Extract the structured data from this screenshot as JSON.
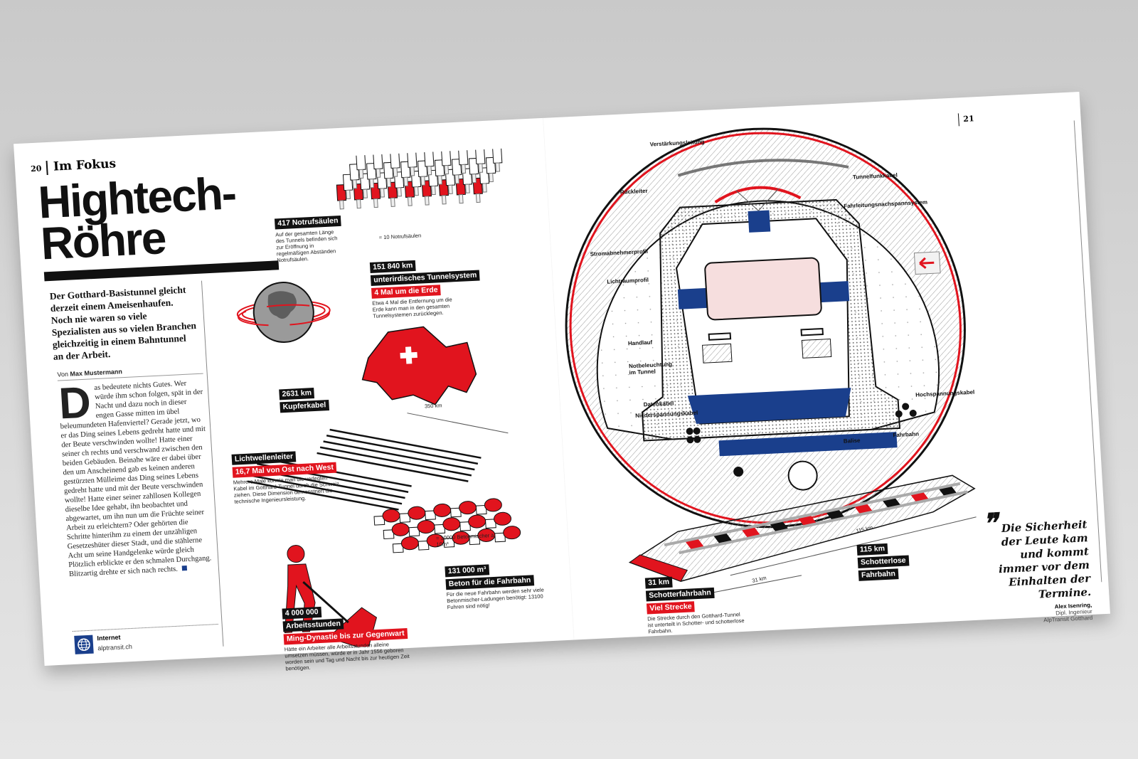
{
  "left_page": {
    "page_number": "20",
    "section": "Im Fokus",
    "title_line1": "Hightech-",
    "title_line2": "Röhre",
    "lead": "Der Gotthard-Basistunnel gleicht derzeit einem Ameisenhaufen. Noch nie waren so viele Spezialisten aus so vielen Branchen gleichzeitig in einem Bahntunnel an der Arbeit.",
    "byline_prefix": "Von",
    "byline_author": "Max Mustermann",
    "drop_cap": "D",
    "body": "as bedeutete nichts Gutes. Wer würde ihm schon folgen, spät in der Nacht und dazu noch in dieser engen Gasse mitten im übel beleumundeten Hafenviertel? Gerade jetzt, wo er das Ding seines Lebens gedreht hatte und mit der Beute verschwinden wollte! Hatte einer seiner ch rechts und verschwand zwischen den beiden Gebäuden. Beinahe wäre er dabei über den um Anscheinend gab es keinen anderen gestürzten Mülleime das Ding seines Lebens gedreht hatte und mit der Beute verschwinden wollte! Hatte einer seiner zahllosen Kollegen dieselbe Idee gehabt, ihn beobachtet und abgewartet, um ihn nun um die Früchte seiner Arbeit zu erleichtern? Oder gehörten die Schritte hinterihm zu einem der unzähligen Gesetzeshüter dieser Stadt, und die stählerne Acht um seine Handgelenke würde gleich Plötzlich erblickte er den schmalen Durchgang. Blitzartig drehte er sich nach rechts.",
    "internet_label": "Internet",
    "internet_url": "alptransit.ch"
  },
  "infographic": {
    "notruf": {
      "value": "417 Notrufsäulen",
      "text": "Auf der gesamten Länge des Tunnels befinden sich zur Eröffnung in regelmäßigen Abständen Notrufsäulen.",
      "legend": "= 10 Notrufsäulen"
    },
    "tunnelsystem": {
      "value": "151 840 km",
      "label": "unterirdisches Tunnelsystem",
      "highlight": "4 Mal um die Erde",
      "text": "Etwa 4 Mal die Entfernung um die Erde kann man in den gesamten Tunnelsystemen zurücklegen."
    },
    "kupfer": {
      "value": "2631 km",
      "label": "Kupferkabel",
      "dimension": "350 km"
    },
    "licht": {
      "label": "Lichtwellenleiter",
      "highlight": "16,7 Mal von Ost nach West",
      "text": "Mehrere Male könnte man die verlegten Kabel im Gotthard-Tunnel durch die Schweiz ziehen. Diese Dimension demonstriert die technische Ingenieursleistung."
    },
    "beton": {
      "legend": "= 10000 Betonmischer à 10m³",
      "value": "131 000 m³",
      "label": "Beton für die Fahrbahn",
      "text": "Für die neue Fahrbahn werden sehr viele Betonmischer-Ladungen benötigt: 13100 Fuhren sind nötig!"
    },
    "arbeit": {
      "value": "4 000 000",
      "label": "Arbeitsstunden",
      "highlight": "Ming-Dynastie bis zur Gegenwart",
      "text": "Hätte ein Arbeiter alle Arbeitsstunden alleine umsetzen müssen, würde er in Jahr 1556 geboren worden sein und Tag und Nacht bis zur heutigen Zeit benötigen."
    }
  },
  "right_page": {
    "page_number": "21",
    "tunnel_labels": {
      "verstaerkung": "Verstärkungsleitung",
      "rueckleiter": "Rückleiter",
      "funkkabel": "Tunnelfunkkabel",
      "nachspann": "Fahrleitungsnachspannsystem",
      "strom": "Stromabnehmerprofil",
      "lichtraum": "Lichtraumprofil",
      "handlauf": "Handlauf",
      "notbeleuchtung": "Notbeleuchtung im Tunnel",
      "datenkabel": "Datenkabel",
      "niederspannung": "Niederspannungskabel",
      "hochspannung": "Hochspannungskabel",
      "balise": "Balise",
      "fahrbahn": "Fahrbahn"
    },
    "track": {
      "dim_115": "115 km",
      "dim_31": "31 km",
      "schotter_value": "31 km",
      "schotter_label": "Schotterfahrbahn",
      "schotter_highlight": "Viel Strecke",
      "schotter_text": "Die Strecke durch den Gotthard-Tunnel ist unterteilt in Schotter- und schotterlose Fahrbahn.",
      "slab_value": "115 km",
      "slab_label1": "Schotterlose",
      "slab_label2": "Fahrbahn"
    },
    "quote": {
      "text": "Die Sicherheit der Leute kam und kommt immer vor dem Einhalten der Termine.",
      "author": "Alex Isenring,",
      "role": "Dipl. Ingenieur",
      "org": "AlpTransit Gotthard"
    }
  },
  "colors": {
    "red": "#e1141e",
    "blue": "#1a3f8c",
    "black": "#111111"
  }
}
